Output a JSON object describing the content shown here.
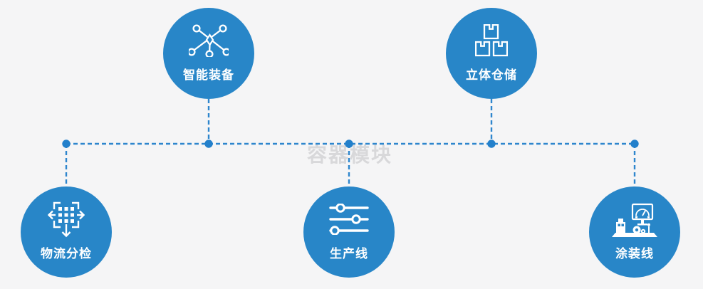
{
  "page": {
    "background": "#F5F5F6"
  },
  "watermark": {
    "text": "容器模块",
    "color": "#D8D8DA"
  },
  "palette": {
    "node_blue": "#2886C8",
    "connector_blue": "#2E86CD",
    "label_white": "#FFFFFF"
  },
  "nodes": [
    {
      "id": "smart-equipment",
      "label": "智能装备",
      "icon": "network-nodes-icon"
    },
    {
      "id": "stereo-warehouse",
      "label": "立体仓储",
      "icon": "stacked-boxes-icon"
    },
    {
      "id": "logistics-sorting",
      "label": "物流分检",
      "icon": "sorting-grid-arrows-icon"
    },
    {
      "id": "production-line",
      "label": "生产线",
      "icon": "sliders-icon"
    },
    {
      "id": "coating-line",
      "label": "涂装线",
      "icon": "machine-monitor-icon"
    }
  ]
}
